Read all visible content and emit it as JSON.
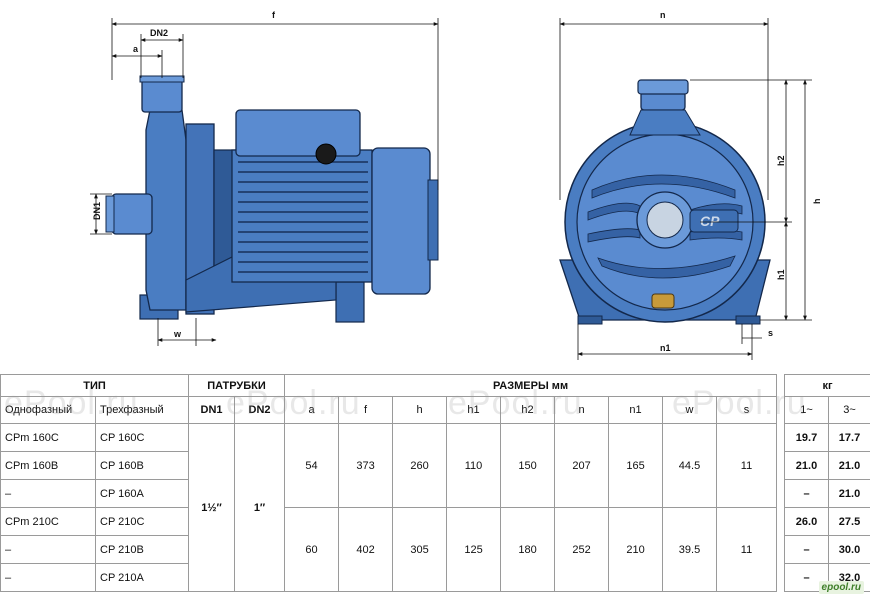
{
  "dims": {
    "f": "f",
    "dn2": "DN2",
    "a": "a",
    "dn1": "DN1",
    "w": "w",
    "n": "n",
    "h": "h",
    "h1": "h1",
    "h2": "h2",
    "s": "s",
    "n1": "n1",
    "badge": "CP"
  },
  "table": {
    "group_type": "ТИП",
    "group_ports": "ПАТРУБКИ",
    "group_dims": "РАЗМЕРЫ мм",
    "group_weight": "кг",
    "col_single": "Однофазный",
    "col_three": "Трехфазный",
    "col_dn1": "DN1",
    "col_dn2": "DN2",
    "col_a": "a",
    "col_f": "f",
    "col_h": "h",
    "col_h1": "h1",
    "col_h2": "h2",
    "col_n": "n",
    "col_n1": "n1",
    "col_w": "w",
    "col_s": "s",
    "col_w1": "1~",
    "col_w3": "3~",
    "dn1_value": "1½″",
    "dn2_value": "1″",
    "rows": [
      {
        "single": "CPm 160C",
        "three": "CP 160C",
        "w1": "19.7",
        "w3": "17.7"
      },
      {
        "single": "CPm 160B",
        "three": "CP 160B",
        "w1": "21.0",
        "w3": "21.0"
      },
      {
        "single": "–",
        "three": "CP 160A",
        "w1": "–",
        "w3": "21.0"
      },
      {
        "single": "CPm 210C",
        "three": "CP 210C",
        "w1": "26.0",
        "w3": "27.5"
      },
      {
        "single": "–",
        "three": "CP 210B",
        "w1": "–",
        "w3": "30.0"
      },
      {
        "single": "–",
        "three": "CP 210A",
        "w1": "–",
        "w3": "32.0"
      }
    ],
    "groups": [
      {
        "a": "54",
        "f": "373",
        "h": "260",
        "h1": "110",
        "h2": "150",
        "n": "207",
        "n1": "165",
        "w": "44.5",
        "s": "11"
      },
      {
        "a": "60",
        "f": "402",
        "h": "305",
        "h1": "125",
        "h2": "180",
        "n": "252",
        "n1": "210",
        "w": "39.5",
        "s": "11"
      }
    ]
  },
  "watermark": "ePool.ru",
  "logo": "epool.ru"
}
